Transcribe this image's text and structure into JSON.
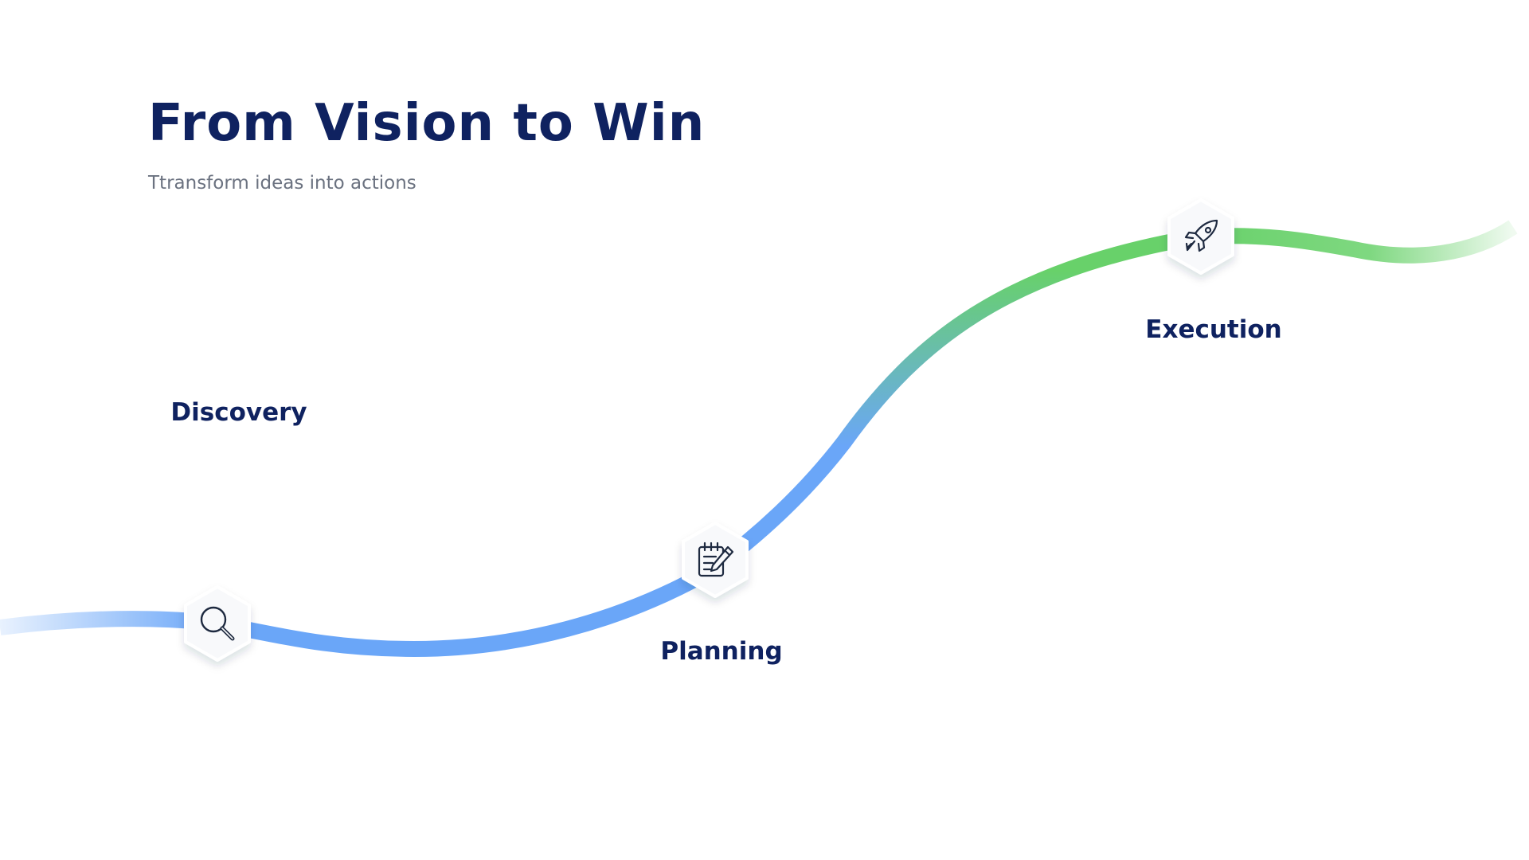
{
  "header": {
    "title": "From Vision to Win",
    "subtitle": "Ttransform ideas into actions"
  },
  "stages": [
    {
      "label": "Discovery",
      "icon": "search-icon"
    },
    {
      "label": "Planning",
      "icon": "notepad-pencil-icon"
    },
    {
      "label": "Execution",
      "icon": "rocket-icon"
    }
  ],
  "colors": {
    "title": "#0f2260",
    "subtitle": "#6b7280",
    "path_start": "#6aa6f8",
    "path_end": "#68d16a",
    "node_fill": "#f8f9fb",
    "icon_stroke": "#1e2a40"
  }
}
